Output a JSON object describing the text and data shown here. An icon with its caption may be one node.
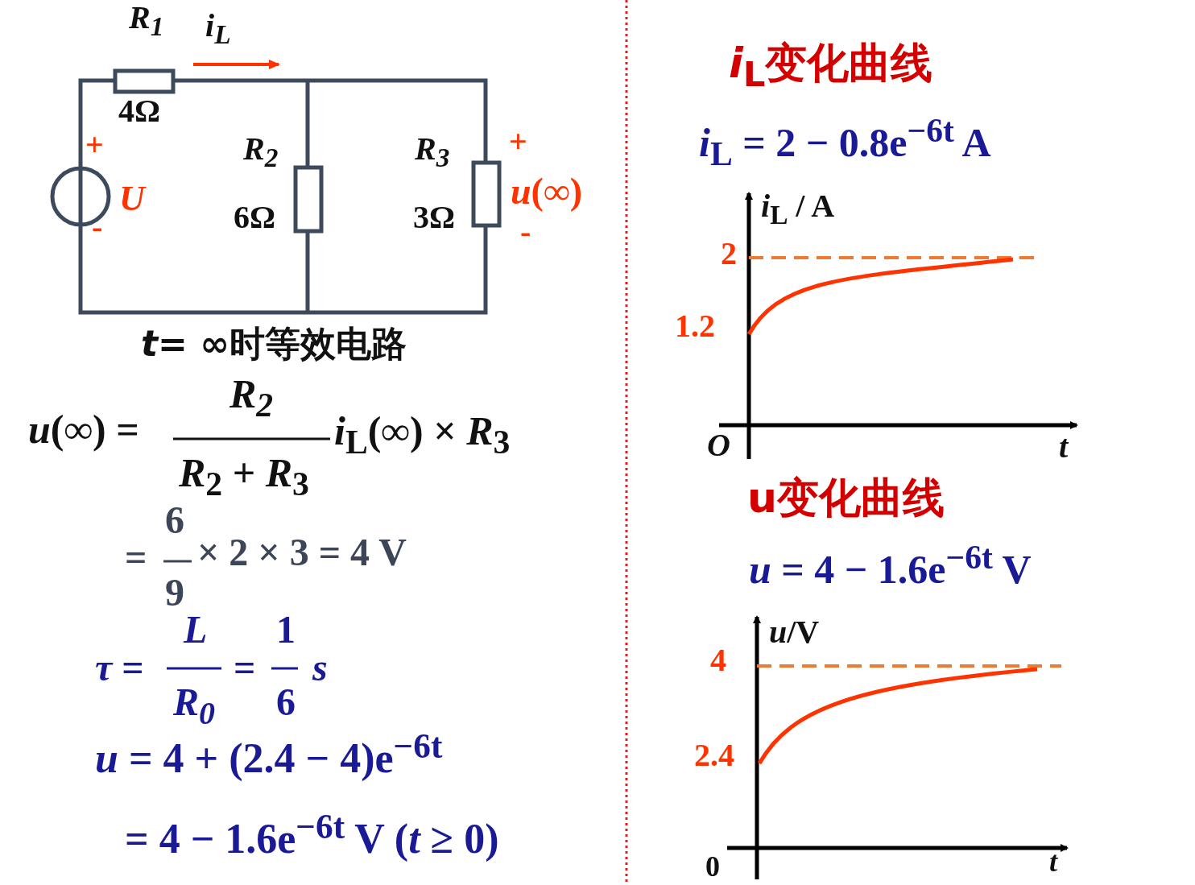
{
  "diagram": {
    "labels": [
      "R$_{1}$",
      "i$_{L}$",
      "4Ω",
      "+",
      "U",
      "-",
      "R$_{2}$",
      "6Ω",
      "R$_{3}$",
      "3Ω",
      "+",
      "*u*(∞)",
      "-",
      "*t*= ∞时等效电路",
      "*u*(∞) =",
      "R$_{2}$",
      "*R*$_{2}$ + *R*$_{3}$",
      "*i*$_{L}$(∞) × *R*$_{3}$",
      "=",
      "6",
      "9",
      "× 2 × 3 = 4 V",
      "*τ* =",
      "L",
      "R$_{0}$",
      "=",
      "1",
      "6",
      "s",
      "*u* = 4 + (2.4 − 4)e$^{−6t}$",
      "= 4 − 1.6e$^{−6t}$ V (*t* ≥ 0)",
      "*i*$_{L}$变化曲线",
      "*i*$_{L}$ = 2 − 0.8e$^{−6t}$ A",
      "*i*$_{L}$ / A",
      "2",
      "1.2",
      "O",
      "t",
      "u变化曲线",
      "*u* = 4 − 1.6e$^{−6t}$ V",
      "*u*/V",
      "4",
      "2.4",
      "0",
      "t"
    ]
  }
}
